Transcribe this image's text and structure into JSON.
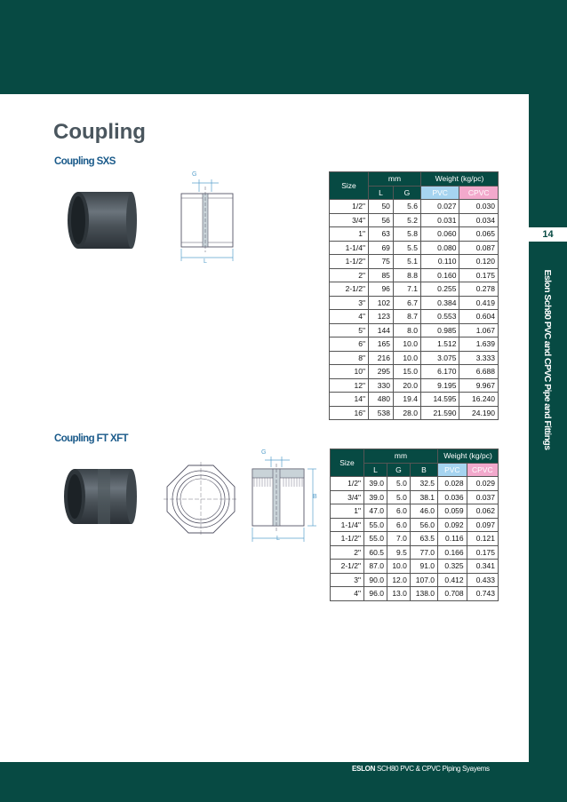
{
  "page": {
    "number": "14",
    "side_title": "Eslon Sch80 PVC and CPVC Pipe and Fittings",
    "footer_brand": "ESLON",
    "footer_text": " SCH80 PVC & CPVC Piping Syayems"
  },
  "title": "Coupling",
  "section1": {
    "subtitle": "Coupling SXS",
    "dim_labels": {
      "g": "G",
      "l": "L"
    },
    "table": {
      "size_label": "Size",
      "mm_label": "mm",
      "weight_label": "Weight (kg/pc)",
      "col_l": "L",
      "col_g": "G",
      "col_pvc": "PVC",
      "col_cpvc": "CPVC",
      "rows": [
        [
          "1/2\"",
          "50",
          "5.6",
          "0.027",
          "0.030"
        ],
        [
          "3/4\"",
          "56",
          "5.2",
          "0.031",
          "0.034"
        ],
        [
          "1\"",
          "63",
          "5.8",
          "0.060",
          "0.065"
        ],
        [
          "1-1/4\"",
          "69",
          "5.5",
          "0.080",
          "0.087"
        ],
        [
          "1-1/2\"",
          "75",
          "5.1",
          "0.110",
          "0.120"
        ],
        [
          "2\"",
          "85",
          "8.8",
          "0.160",
          "0.175"
        ],
        [
          "2-1/2\"",
          "96",
          "7.1",
          "0.255",
          "0.278"
        ],
        [
          "3\"",
          "102",
          "6.7",
          "0.384",
          "0.419"
        ],
        [
          "4\"",
          "123",
          "8.7",
          "0.553",
          "0.604"
        ],
        [
          "5\"",
          "144",
          "8.0",
          "0.985",
          "1.067"
        ],
        [
          "6\"",
          "165",
          "10.0",
          "1.512",
          "1.639"
        ],
        [
          "8\"",
          "216",
          "10.0",
          "3.075",
          "3.333"
        ],
        [
          "10\"",
          "295",
          "15.0",
          "6.170",
          "6.688"
        ],
        [
          "12\"",
          "330",
          "20.0",
          "9.195",
          "9.967"
        ],
        [
          "14\"",
          "480",
          "19.4",
          "14.595",
          "16.240"
        ],
        [
          "16\"",
          "538",
          "28.0",
          "21.590",
          "24.190"
        ]
      ]
    }
  },
  "section2": {
    "subtitle": "Coupling FT XFT",
    "dim_labels": {
      "g": "G",
      "l": "L",
      "b": "B"
    },
    "table": {
      "size_label": "Size",
      "mm_label": "mm",
      "weight_label": "Weight (kg/pc)",
      "col_l": "L",
      "col_g": "G",
      "col_b": "B",
      "col_pvc": "PVC",
      "col_cpvc": "CPVC",
      "rows": [
        [
          "1/2\"",
          "39.0",
          "5.0",
          "32.5",
          "0.028",
          "0.029"
        ],
        [
          "3/4\"",
          "39.0",
          "5.0",
          "38.1",
          "0.036",
          "0.037"
        ],
        [
          "1\"",
          "47.0",
          "6.0",
          "46.0",
          "0.059",
          "0.062"
        ],
        [
          "1-1/4\"",
          "55.0",
          "6.0",
          "56.0",
          "0.092",
          "0.097"
        ],
        [
          "1-1/2\"",
          "55.0",
          "7.0",
          "63.5",
          "0.116",
          "0.121"
        ],
        [
          "2\"",
          "60.5",
          "9.5",
          "77.0",
          "0.166",
          "0.175"
        ],
        [
          "2-1/2\"",
          "87.0",
          "10.0",
          "91.0",
          "0.325",
          "0.341"
        ],
        [
          "3\"",
          "90.0",
          "12.0",
          "107.0",
          "0.412",
          "0.433"
        ],
        [
          "4\"",
          "96.0",
          "13.0",
          "138.0",
          "0.708",
          "0.743"
        ]
      ]
    }
  },
  "colors": {
    "band": "#074a43",
    "title": "#4a565e",
    "subtitle": "#1a5a8a",
    "pvc_header": "#a6d4f0",
    "cpvc_header": "#f2a9cc",
    "dimension": "#5aa0cc"
  },
  "icons": [
    "coupling-sxs-photo",
    "coupling-sxs-drawing",
    "coupling-ftxft-photo",
    "coupling-ftxft-end-view",
    "coupling-ftxft-drawing"
  ]
}
